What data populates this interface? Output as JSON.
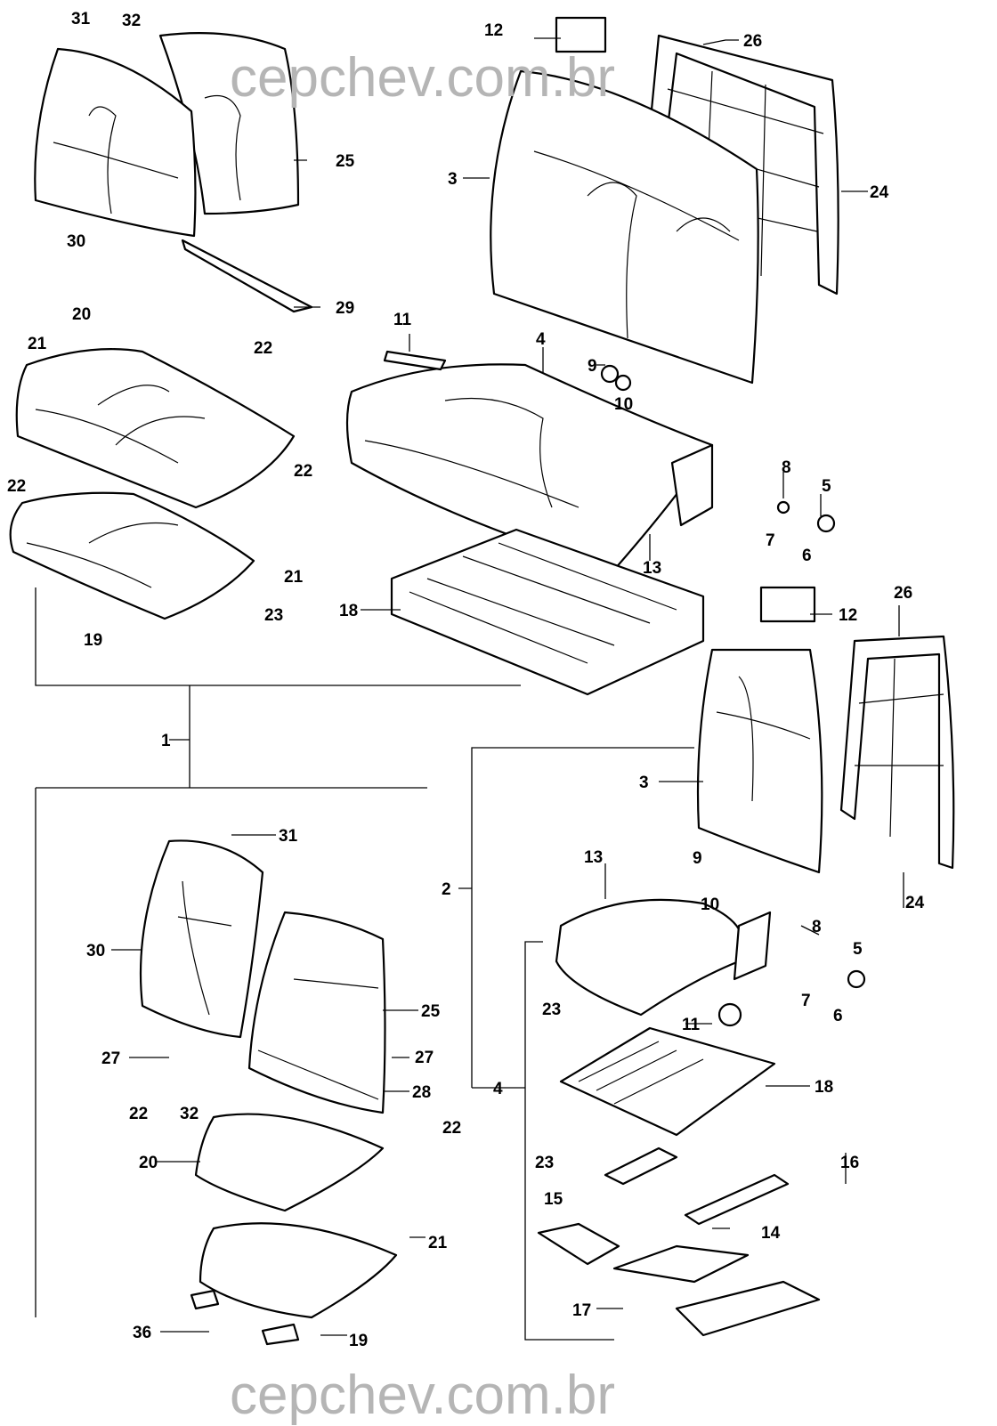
{
  "watermark": "cepchev.com.br",
  "callouts": {
    "tl_31": "31",
    "tl_32": "32",
    "tl_25": "25",
    "tl_30": "30",
    "tl_29": "29",
    "tl_20": "20",
    "tl_21a": "21",
    "tl_22a": "22",
    "tl_22b": "22",
    "tl_22c": "22",
    "tl_21b": "21",
    "tl_19": "19",
    "tl_23": "23",
    "tr_12": "12",
    "tr_26": "26",
    "tr_3": "3",
    "tr_24": "24",
    "tr_11": "11",
    "tr_4": "4",
    "tr_9": "9",
    "tr_10": "10",
    "tr_8": "8",
    "tr_5": "5",
    "tr_7": "7",
    "tr_6": "6",
    "tr_13": "13",
    "tr_18": "18",
    "g_1": "1",
    "g_2": "2",
    "br_12": "12",
    "br_26": "26",
    "br_3": "3",
    "br_13": "13",
    "br_9": "9",
    "br_10": "10",
    "br_8": "8",
    "br_5": "5",
    "br_7": "7",
    "br_6": "6",
    "br_24": "24",
    "br_11": "11",
    "br_23a": "23",
    "br_18": "18",
    "br_4": "4",
    "br_23b": "23",
    "br_16": "16",
    "br_15": "15",
    "br_14": "14",
    "br_17": "17",
    "bl_31": "31",
    "bl_30": "30",
    "bl_25": "25",
    "bl_27a": "27",
    "bl_27b": "27",
    "bl_28": "28",
    "bl_22a": "22",
    "bl_32": "32",
    "bl_22b": "22",
    "bl_20": "20",
    "bl_21": "21",
    "bl_36": "36",
    "bl_19": "19"
  }
}
